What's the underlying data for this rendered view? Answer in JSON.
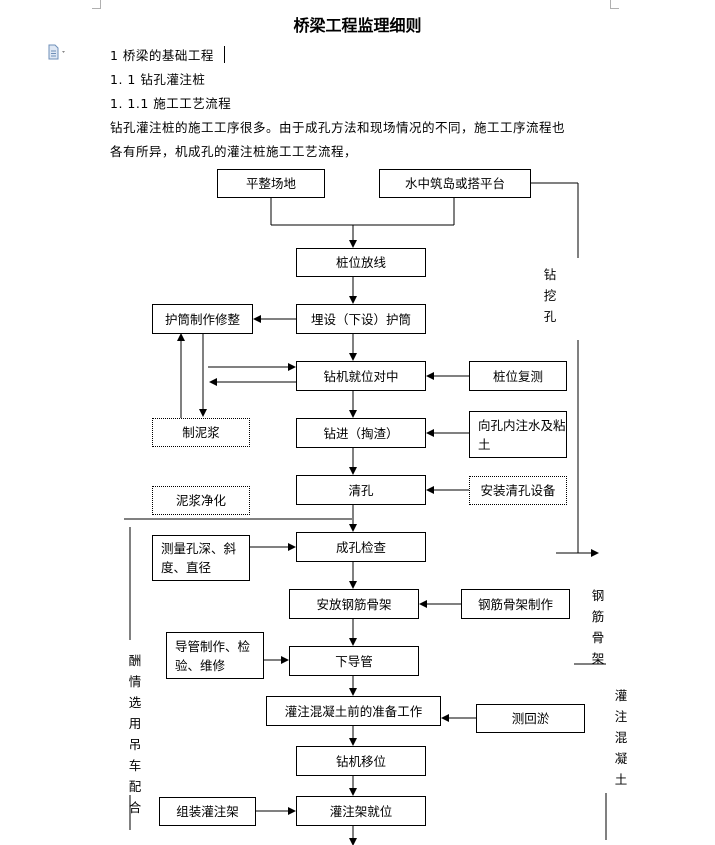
{
  "document": {
    "title": "桥梁工程监理细则",
    "heading1": "1 桥梁的基础工程",
    "heading2": "1. 1 钻孔灌注桩",
    "heading3": "1. 1.1  施工工艺流程",
    "body_line1": "钻孔灌注桩的施工工序很多。由于成孔方法和现场情况的不同，施工工序流程也",
    "body_line2": "各有所异，机成孔的灌注桩施工工艺流程，"
  },
  "flowchart": {
    "boxes": {
      "site_leveling": "平整场地",
      "water_island": "水中筑岛或搭平台",
      "pile_layout": "桩位放线",
      "casing_making": "护筒制作修整",
      "casing_embed": "埋设（下设）护筒",
      "rig_alignment": "钻机就位对中",
      "pile_recheck": "桩位复测",
      "mud_making": "制泥浆",
      "drilling": "钻进（掏渣）",
      "water_clay": "向孔内注水及粘土",
      "hole_cleaning": "清孔",
      "cleaning_equipment": "安装清孔设备",
      "mud_purification": "泥浆净化",
      "hole_inspection": "成孔检查",
      "measure_hole": "测量孔深、斜度、直径",
      "cage_install": "安放钢筋骨架",
      "cage_making": "钢筋骨架制作",
      "pipe_making": "导管制作、检验、维修",
      "lower_pipe": "下导管",
      "pour_prep": "灌注混凝土前的准备工作",
      "measure_silt": "测回淤",
      "rig_shift": "钻机移位",
      "assemble_frame": "组装灌注架",
      "frame_position": "灌注架就位"
    },
    "side_labels": {
      "drill_dig_hole": "钻挖孔",
      "rebar_cage": "钢筋骨架",
      "pour_concrete": "灌注混凝土",
      "crane_cooperation": "酬情选用吊车配合"
    }
  },
  "icons": {
    "doc_icon": "document-icon"
  }
}
